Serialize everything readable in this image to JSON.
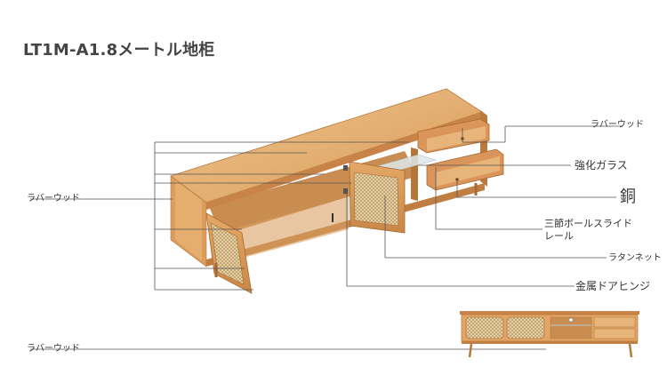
{
  "title": "LT1M-A1.8メートル地柜",
  "labels": {
    "rubber_wood_top_right": "ラバーウッド",
    "tempered_glass": "強化ガラス",
    "copper": "銅",
    "ball_slide_line1": "三節ボールスライド",
    "ball_slide_line2": "レール",
    "rattan_net": "ラタンネット",
    "metal_hinge": "金属ドアヒンジ",
    "rubber_wood_left": "ラバーウッド",
    "rubber_wood_bottom": "ラバーウッド"
  }
}
